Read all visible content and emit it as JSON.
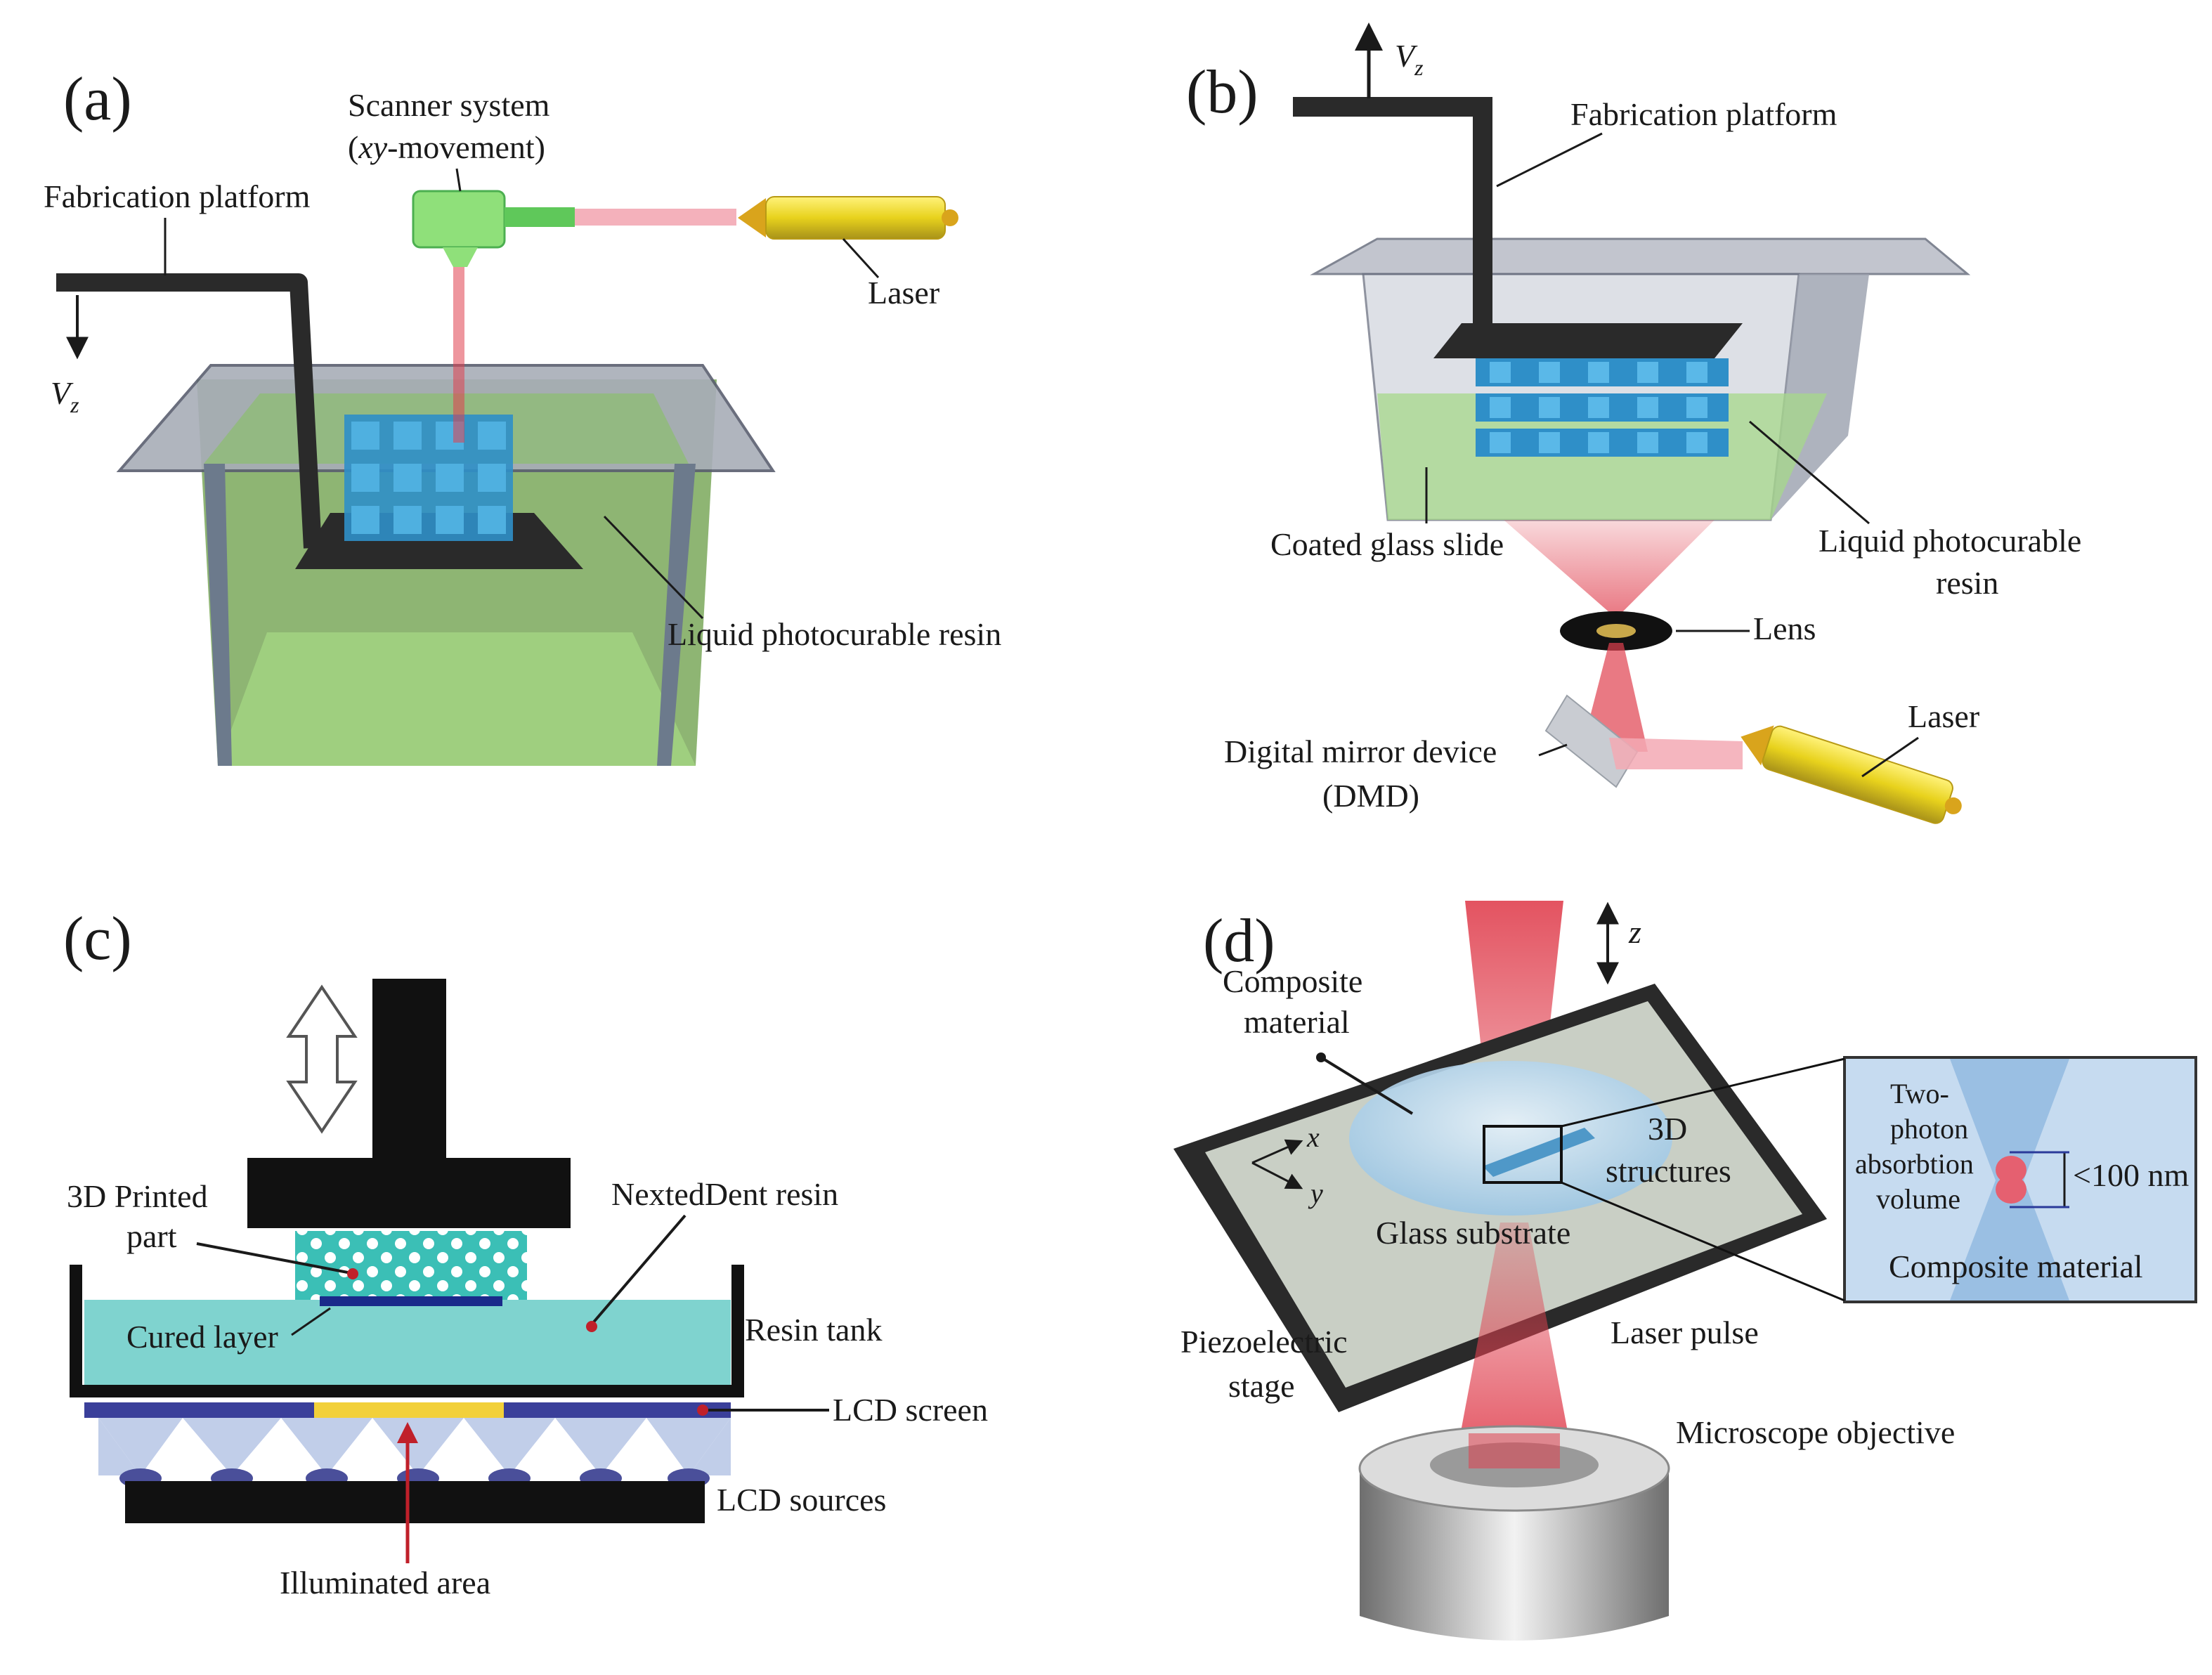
{
  "panels": {
    "a": {
      "letter": "(a)",
      "scanner_line1": "Scanner system",
      "scanner_line2_italic": "xy",
      "scanner_line2_rest": "-movement)",
      "scanner_line2_open": "(",
      "fabrication_platform": "Fabrication platform",
      "laser": "Laser",
      "vz_main": "V",
      "vz_sub": "z",
      "resin": "Liquid photocurable resin"
    },
    "b": {
      "letter": "(b)",
      "vz_main": "V",
      "vz_sub": "z",
      "fabrication_platform": "Fabrication platform",
      "coated_glass": "Coated glass slide",
      "resin_line1": "Liquid photocurable",
      "resin_line2": "resin",
      "lens": "Lens",
      "laser": "Laser",
      "dmd_line1": "Digital mirror device",
      "dmd_line2": "(DMD)"
    },
    "c": {
      "letter": "(c)",
      "printed_line1": "3D Printed",
      "printed_line2": "part",
      "nexted": "NextedDent resin",
      "cured": "Cured layer",
      "resin_tank": "Resin tank",
      "lcd_screen": "LCD screen",
      "lcd_sources": "LCD sources",
      "illuminated": "Illuminated area"
    },
    "d": {
      "letter": "(d)",
      "z": "z",
      "composite_line1": "Composite",
      "composite_line2": "material",
      "x": "x",
      "y": "y",
      "structures_line1": "3D",
      "structures_line2": "structures",
      "glass_substrate": "Glass substrate",
      "piezo_line1": "Piezoelectric",
      "piezo_line2": "stage",
      "laser_pulse": "Laser pulse",
      "objective": "Microscope objective",
      "inset_line1": "Two-",
      "inset_line2": "photon",
      "inset_line3": "absorbtion",
      "inset_line4": "volume",
      "inset_size": "<100 nm",
      "inset_material": "Composite material"
    }
  },
  "colors": {
    "resin_green": "#8fbf6a",
    "structure_blue": "#2f8fc8",
    "laser_yellow": "#e8d21c",
    "beam_red": "#e0404f",
    "platform_black": "#2a2a2a",
    "tank_cyan": "#7fd3cf"
  }
}
